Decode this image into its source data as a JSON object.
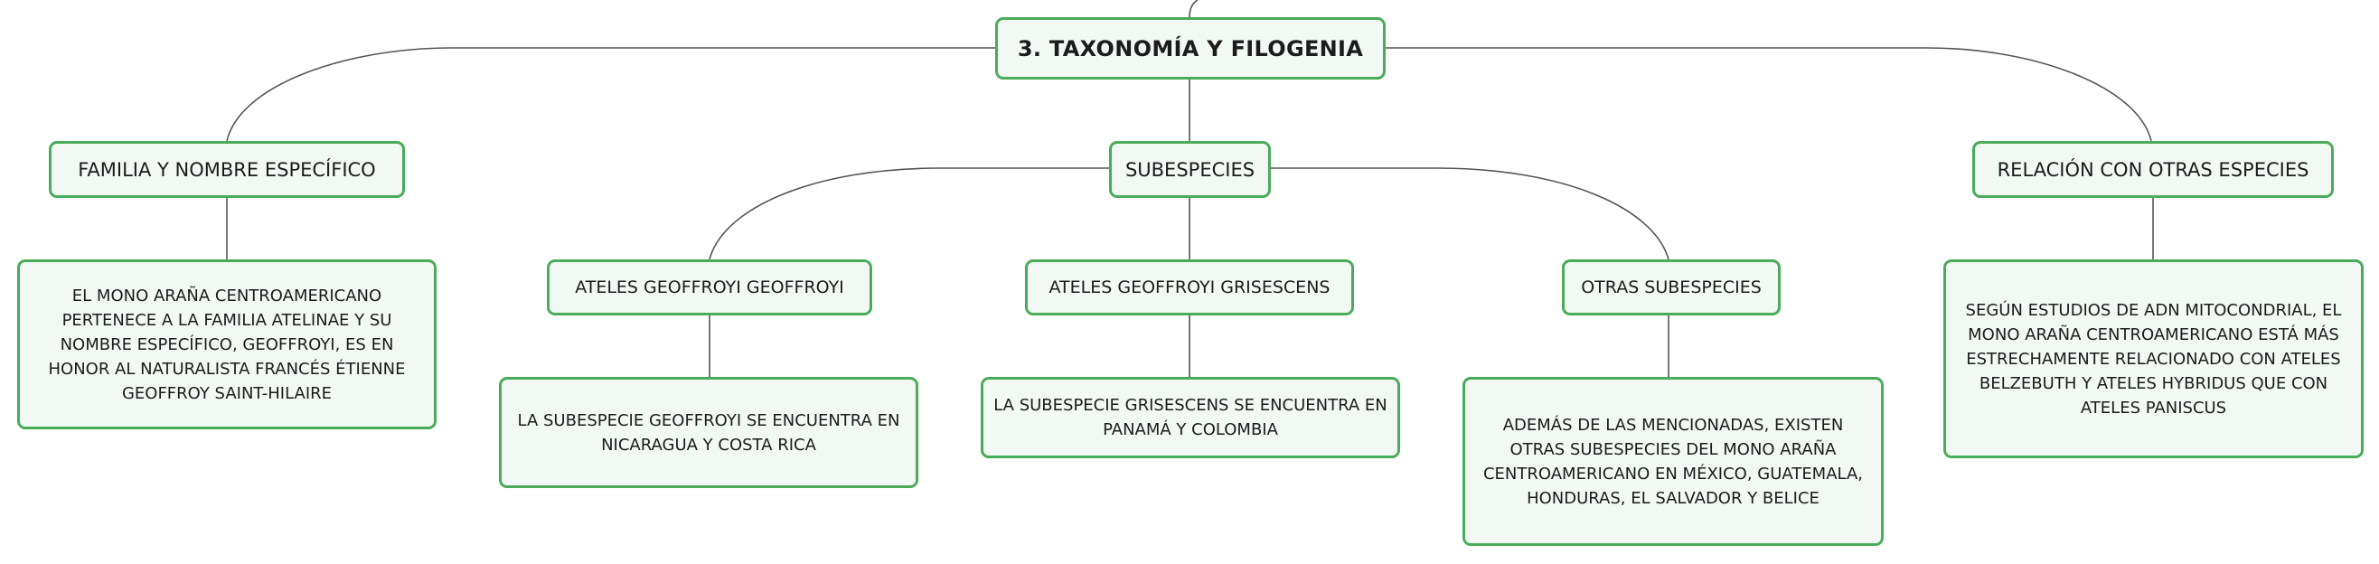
{
  "map": {
    "root": "3. TAXONOMÍA Y FILOGENIA",
    "branches": {
      "familia": {
        "title": "FAMILIA Y NOMBRE ESPECÍFICO",
        "detail": "EL MONO ARAÑA CENTROAMERICANO PERTENECE A LA FAMILIA ATELINAE Y SU NOMBRE ESPECÍFICO, GEOFFROYI, ES EN HONOR AL NATURALISTA FRANCÉS ÉTIENNE GEOFFROY SAINT-HILAIRE"
      },
      "subespecies": {
        "title": "SUBESPECIES",
        "children": [
          {
            "title": "ATELES GEOFFROYI GEOFFROYI",
            "detail": "LA SUBESPECIE GEOFFROYI SE ENCUENTRA EN NICARAGUA Y COSTA RICA"
          },
          {
            "title": "ATELES GEOFFROYI GRISESCENS",
            "detail": "LA SUBESPECIE GRISESCENS SE ENCUENTRA EN PANAMÁ Y COLOMBIA"
          },
          {
            "title": "OTRAS SUBESPECIES",
            "detail": "ADEMÁS DE LAS MENCIONADAS, EXISTEN OTRAS SUBESPECIES DEL MONO ARAÑA CENTROAMERICANO EN MÉXICO, GUATEMALA, HONDURAS, EL SALVADOR Y BELICE"
          }
        ]
      },
      "relacion": {
        "title": "RELACIÓN CON OTRAS ESPECIES",
        "detail": "SEGÚN ESTUDIOS DE ADN MITOCONDRIAL, EL MONO ARAÑA CENTROAMERICANO ESTÁ MÁS ESTRECHAMENTE RELACIONADO CON ATELES BELZEBUTH Y ATELES HYBRIDUS QUE CON ATELES PANISCUS"
      }
    }
  },
  "colors": {
    "node_border": "#4aac5a",
    "node_fill": "#f2f8f3",
    "connector": "#555555"
  }
}
